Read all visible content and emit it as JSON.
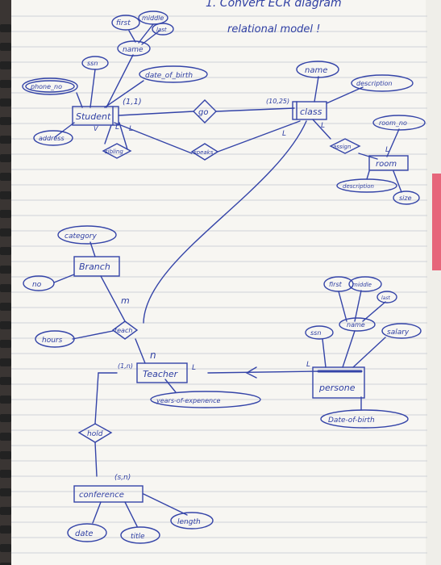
{
  "header": {
    "line1": "1. Convert ECR diagram",
    "line2": "relational model !"
  },
  "entities": {
    "student": "Student",
    "class": "class",
    "room": "room",
    "branch": "Branch",
    "teacher": "Teacher",
    "persone": "persone",
    "conference": "conference"
  },
  "relationships": {
    "go": "go",
    "sibling": "sibling",
    "speaks": "speaks",
    "assign": "assign",
    "teach": "teach",
    "hold": "hold"
  },
  "attributes": {
    "first_top": "first",
    "middle_top": "middle",
    "last_top": "last",
    "name_student": "name",
    "ssn_student": "ssn",
    "date_of_birth_student": "date_of_birth",
    "phone_no": "phone_no",
    "address": "address",
    "name_class": "name",
    "description_class": "description",
    "room_no": "room_no",
    "description_room": "description",
    "size": "size",
    "category": "category",
    "no": "no",
    "hours": "hours",
    "years_of_experience": "years-of-expenence",
    "first_person": "first",
    "middle_person": "middle",
    "last_person": "last",
    "name_person": "name",
    "ssn_person": "ssn",
    "salary": "salary",
    "date_of_birth_person": "Date-of-birth",
    "date_conf": "date",
    "title_conf": "title",
    "length": "length"
  },
  "cardinalities": {
    "student_go": "(1,1)",
    "class_go": "(10,25)",
    "student_v": "V",
    "student_l1": "L",
    "student_l2": "L",
    "class_l1": "L",
    "class_l2": "L",
    "room_l": "L",
    "branch_m": "m",
    "teacher_n": "n",
    "teacher_1n": "(1,n)",
    "teacher_l": "L",
    "persone_l": "L",
    "conference_1n": "(s,n)"
  }
}
